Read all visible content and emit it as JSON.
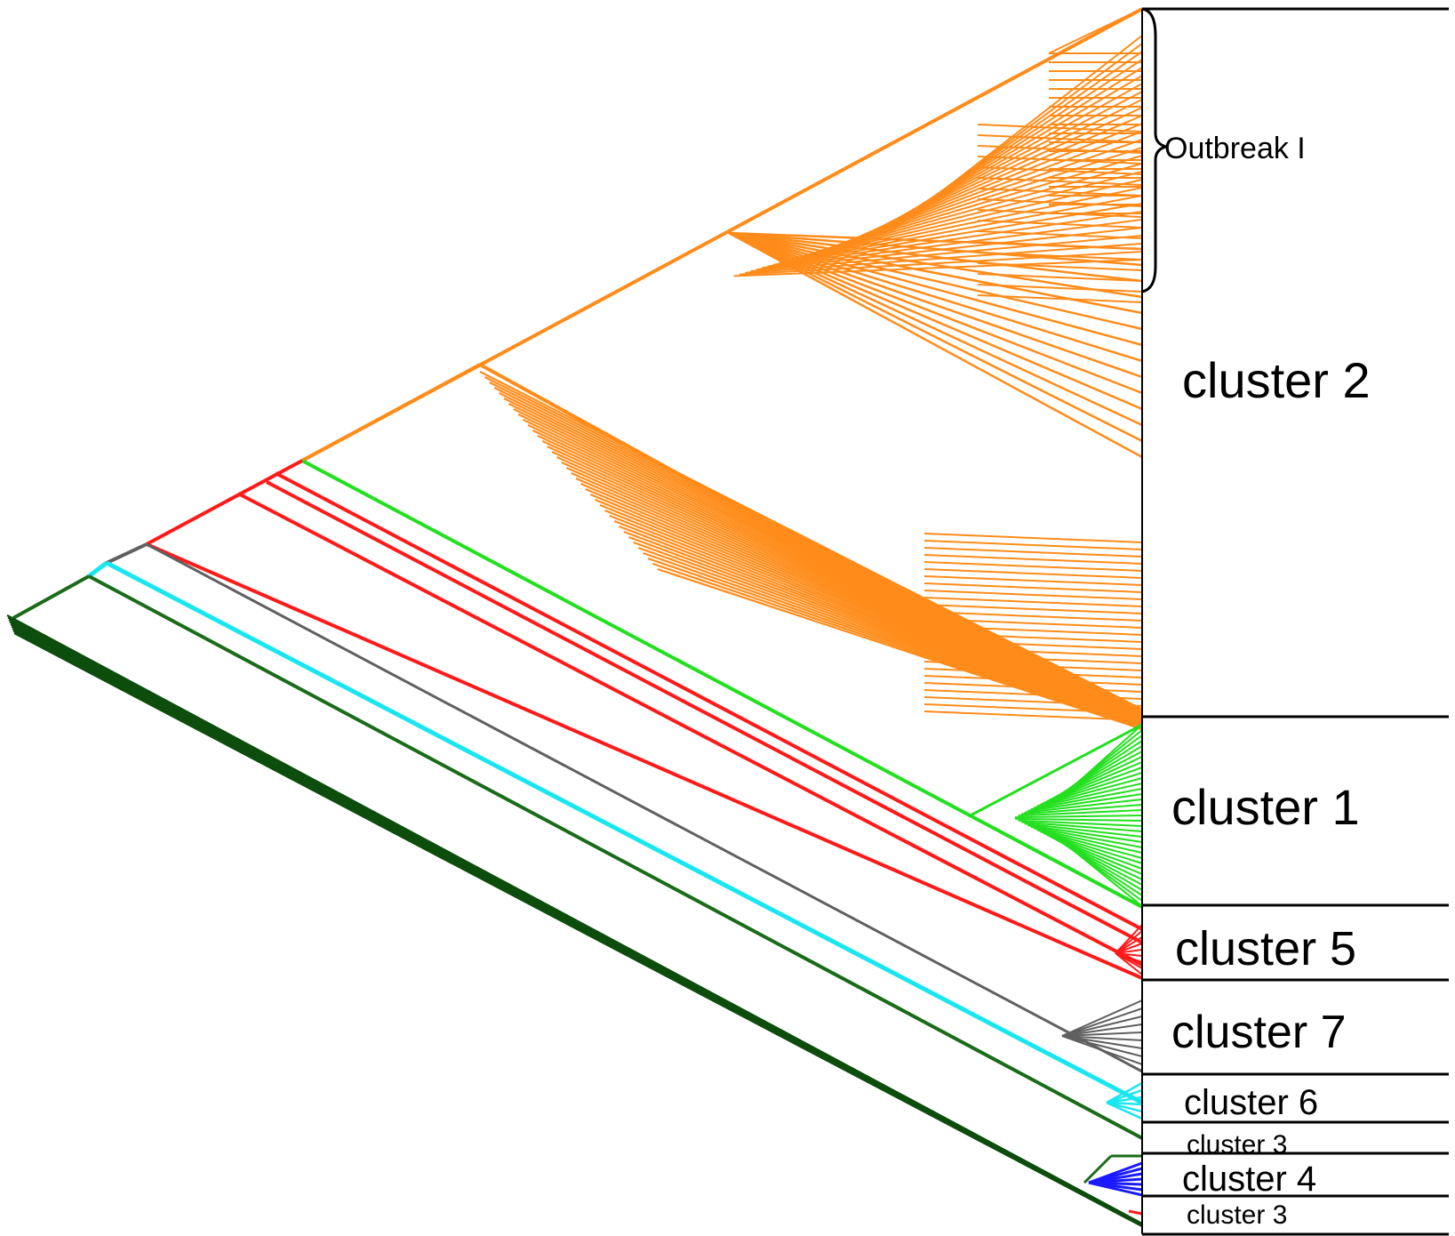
{
  "labels": {
    "outbreak": "Outbreak I",
    "cluster2": "cluster 2",
    "cluster1": "cluster 1",
    "cluster5": "cluster 5",
    "cluster7": "cluster 7",
    "cluster6": "cluster 6",
    "cluster3a": "cluster 3",
    "cluster4": "cluster 4",
    "cluster3b": "cluster 3"
  },
  "colors": {
    "cluster2": "#ff8c1a",
    "cluster1": "#22e01e",
    "cluster5": "#ff1a1a",
    "cluster7": "#606060",
    "cluster6": "#19e6f0",
    "cluster3": "#1a6b1a",
    "cluster4": "#1a1aff",
    "root": "#0d4d0d",
    "separator": "#000000"
  }
}
